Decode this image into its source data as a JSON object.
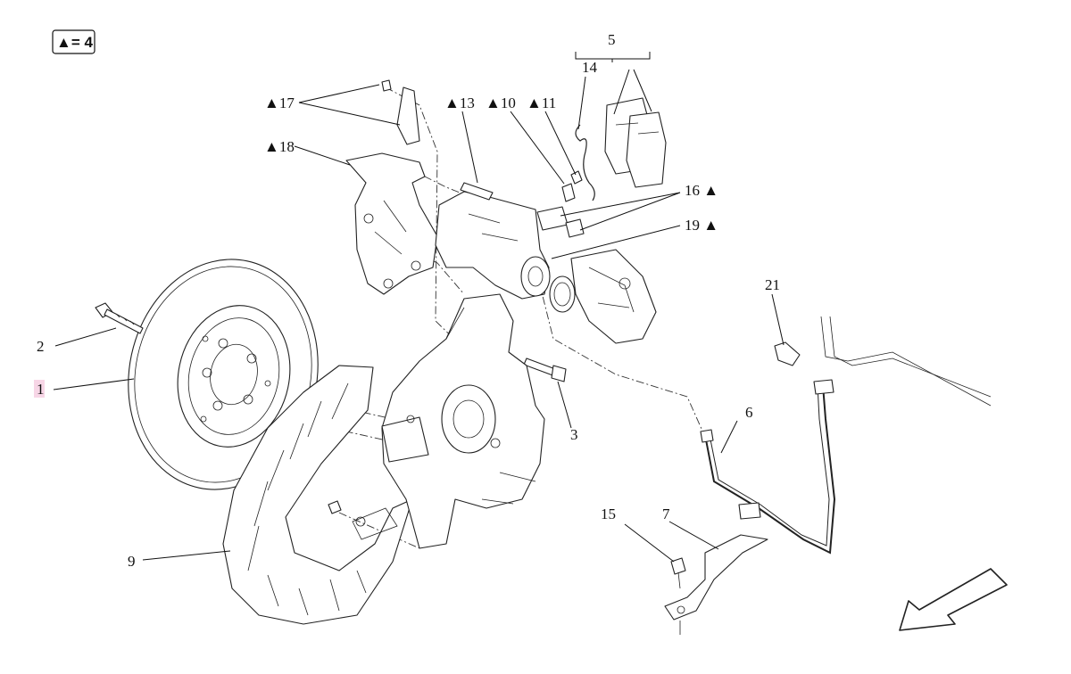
{
  "legend": {
    "text": "▲= 4"
  },
  "labels": {
    "l1": "1",
    "l2": "2",
    "l3": "3",
    "l5": "5",
    "l6": "6",
    "l7": "7",
    "l9": "9",
    "l14": "14",
    "l15": "15",
    "l21": "21",
    "l10": "▲10",
    "l11": "▲11",
    "l13": "▲13",
    "l17": "▲17",
    "l18": "▲18",
    "l16": "16 ▲",
    "l19": "19 ▲"
  },
  "colors": {
    "highlight": "#f7d6e6",
    "line": "#222222"
  },
  "icons": {
    "direction": "direction-arrow-icon"
  }
}
